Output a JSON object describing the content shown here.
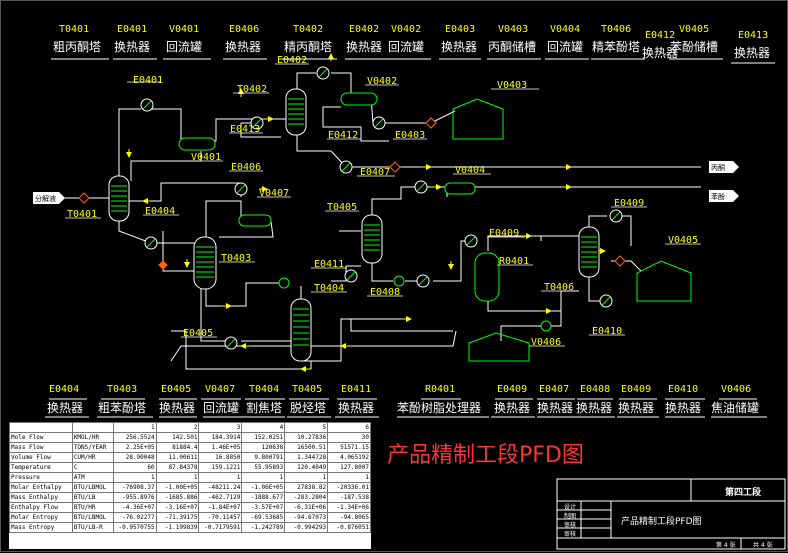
{
  "top_legend": [
    {
      "tag": "T0401",
      "name": "粗丙酮塔"
    },
    {
      "tag": "E0401",
      "name": "换热器"
    },
    {
      "tag": "V0401",
      "name": "回流罐"
    },
    {
      "tag": "E0406",
      "name": "换热器"
    },
    {
      "tag": "T0402",
      "name": "精丙酮塔"
    },
    {
      "tag": "E0402",
      "name": "换热器"
    },
    {
      "tag": "V0402",
      "name": "回流罐"
    },
    {
      "tag": "E0403",
      "name": "换热器"
    },
    {
      "tag": "V0403",
      "name": "丙酮储槽"
    },
    {
      "tag": "V0404",
      "name": "回流罐"
    },
    {
      "tag": "T0406",
      "name": "精苯酚塔"
    },
    {
      "tag": "E0412",
      "name": "换热器"
    },
    {
      "tag": "V0405",
      "name": "苯酚储槽"
    },
    {
      "tag": "E0413",
      "name": "换热器"
    }
  ],
  "bottom_legend": [
    {
      "tag": "E0404",
      "name": "换热器"
    },
    {
      "tag": "T0403",
      "name": "粗苯酚塔"
    },
    {
      "tag": "E0405",
      "name": "换热器"
    },
    {
      "tag": "V0407",
      "name": "回流罐"
    },
    {
      "tag": "T0404",
      "name": "割焦塔"
    },
    {
      "tag": "T0405",
      "name": "脱烃塔"
    },
    {
      "tag": "E0411",
      "name": "换热器"
    },
    {
      "tag": "R0401",
      "name": "苯酚树脂处理器"
    },
    {
      "tag": "E0409",
      "name": "换热器"
    },
    {
      "tag": "E0407",
      "name": "换热器"
    },
    {
      "tag": "E0408",
      "name": "换热器"
    },
    {
      "tag": "E0409",
      "name": "换热器"
    },
    {
      "tag": "E0410",
      "name": "换热器"
    },
    {
      "tag": "V0406",
      "name": "焦油储罐"
    }
  ],
  "diagram_labels": [
    "E0401",
    "T0402",
    "E0402",
    "V0402",
    "V0403",
    "E0413",
    "E0412",
    "E0403",
    "V0401",
    "E0406",
    "E0407",
    "V0404",
    "V0407",
    "T0401",
    "E0404",
    "T0405",
    "E0409",
    "E0409",
    "V0405",
    "T0403",
    "E0411",
    "R0401",
    "T0404",
    "E0408",
    "T0406",
    "E0410",
    "E0405",
    "V0406"
  ],
  "feed_label": "分解液",
  "outlet_labels": [
    "丙酮",
    "苯酚"
  ],
  "title": "产品精制工段PFD图",
  "stream_table": {
    "columns": [
      "",
      "",
      "1",
      "2",
      "3",
      "4",
      "5",
      "6"
    ],
    "rows": [
      [
        "Mole Flow",
        "KMOL/HR",
        "256.5524",
        "142.501",
        "184.3914",
        "152.0251",
        "10.27836",
        "30"
      ],
      [
        "Mass Flow",
        "TONS/YEAR",
        "2.25E+05",
        "81884.4",
        "1.46E+05",
        "120638",
        "16500.51",
        "51571.15"
      ],
      [
        "Volume Flow",
        "CUM/HR",
        "28.90048",
        "11.00611",
        "16.8850",
        "9.800791",
        "1.344728",
        "4.065192"
      ],
      [
        "Temperature",
        "C",
        "60",
        "87.84378",
        "159.1221",
        "55.95893",
        "120.4049",
        "127.8007"
      ],
      [
        "Pressure",
        "ATM",
        "1",
        "1",
        "1",
        "1",
        "1",
        "1"
      ],
      [
        "Molar Enthalpy",
        "BTU/LBMOL",
        "-76908.37",
        "-1.00E+05",
        "-48211.24",
        "-1.06E+05",
        "27838.82",
        "-20336.01"
      ],
      [
        "Mass Enthalpy",
        "BTU/LB",
        "-955.8976",
        "-1685.886",
        "-462.7129",
        "-1888.677",
        "-283.2804",
        "-187.538"
      ],
      [
        "Enthalpy Flow",
        "BTU/HR",
        "-4.36E+07",
        "-3.16E+07",
        "-1.84E+07",
        "-3.57E+07",
        "-6.31E+06",
        "-1.34E+06"
      ],
      [
        "Molar Entropy",
        "BTU/LBMOL",
        "-76.02277",
        "-71.39175",
        "-70.11457",
        "-69.53685",
        "-94.67073",
        "-94.8065"
      ],
      [
        "Mass Entropy",
        "BTU/LB-R",
        "-0.9570755",
        "-1.199839",
        "-0.7179591",
        "-1.242789",
        "-0.994293",
        "-0.876051"
      ]
    ]
  },
  "title_block": {
    "company": "第四工段",
    "drawing_name": "产品精制工段PFD图",
    "roles": [
      "设计",
      "制图",
      "审核",
      "审核"
    ],
    "sheet": "第 4 张",
    "total": "共 4 张"
  }
}
